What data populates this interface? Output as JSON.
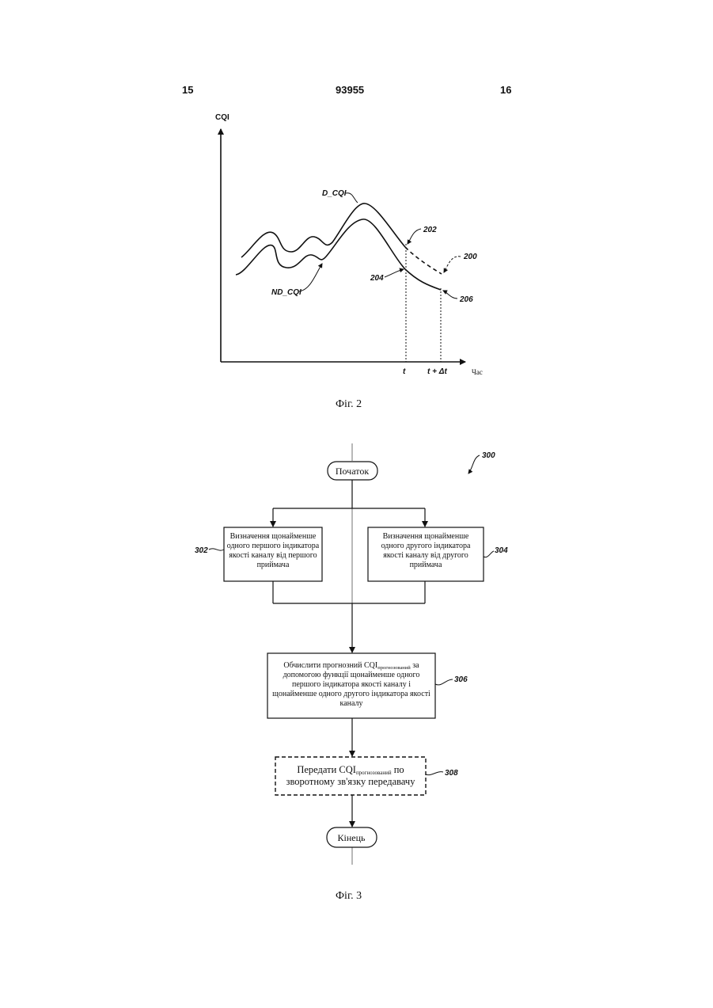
{
  "header": {
    "left_page": "15",
    "patent_number": "93955",
    "right_page": "16"
  },
  "fig2": {
    "caption": "Фіг. 2",
    "y_axis_label": "CQI",
    "x_axis_label": "Час",
    "labels": {
      "d_cqi": "D_CQI",
      "nd_cqi": "ND_CQI",
      "ref_202": "202",
      "ref_200": "200",
      "ref_204": "204",
      "ref_206": "206",
      "tick_t": "t",
      "tick_t_dt": "t + Δt"
    }
  },
  "fig3": {
    "caption": "Фіг. 3",
    "ref_300": "300",
    "start": "Початок",
    "end": "Кінець",
    "box_302": {
      "ref": "302",
      "lines": [
        "Визначення щонайменше",
        "одного першого індикатора",
        "якості каналу від першого",
        "приймача"
      ]
    },
    "box_304": {
      "ref": "304",
      "lines": [
        "Визначення щонайменше",
        "одного другого індикатора",
        "якості каналу від другого",
        "приймача"
      ]
    },
    "box_306": {
      "ref": "306",
      "line1_pre": "Обчислити прогнозний CQI",
      "line1_sub": "прогнозований",
      "line1_post": " за",
      "lines": [
        "допомогою функції щонайменше одного",
        "першого індикатора якості каналу і",
        "щонайменше одного другого індикатора якості",
        "каналу"
      ]
    },
    "box_308": {
      "ref": "308",
      "line1_pre": "Передати CQI",
      "line1_sub": "прогнозований",
      "line1_post": " по",
      "line2": "зворотному зв'язку передавачу"
    }
  }
}
